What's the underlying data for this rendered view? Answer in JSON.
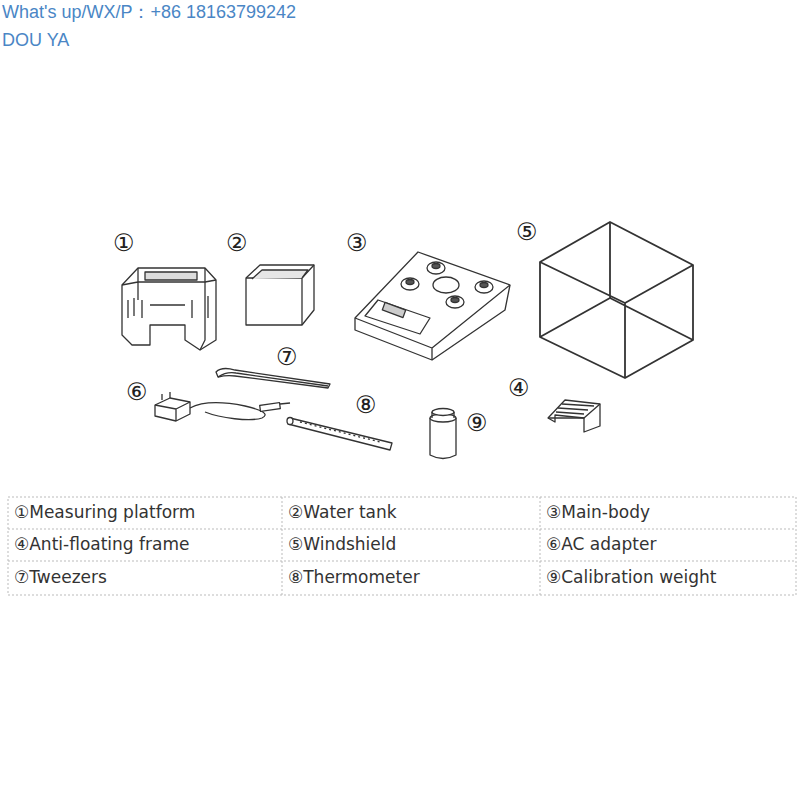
{
  "diagram": {
    "labels": [
      "What's up/WX/P：+86 18163799242",
      "DOU YA",
      "①",
      "②",
      "③",
      "⑤",
      "⑦",
      "④",
      "⑥",
      "⑧",
      "⑨",
      "①Measuring platform",
      "②Water tank",
      "③Main-body",
      "④Anti-floating frame",
      "⑤Windshield",
      "⑥AC adapter",
      "⑦Tweezers",
      "⑧Thermometer",
      "⑨Calibration weight"
    ]
  }
}
